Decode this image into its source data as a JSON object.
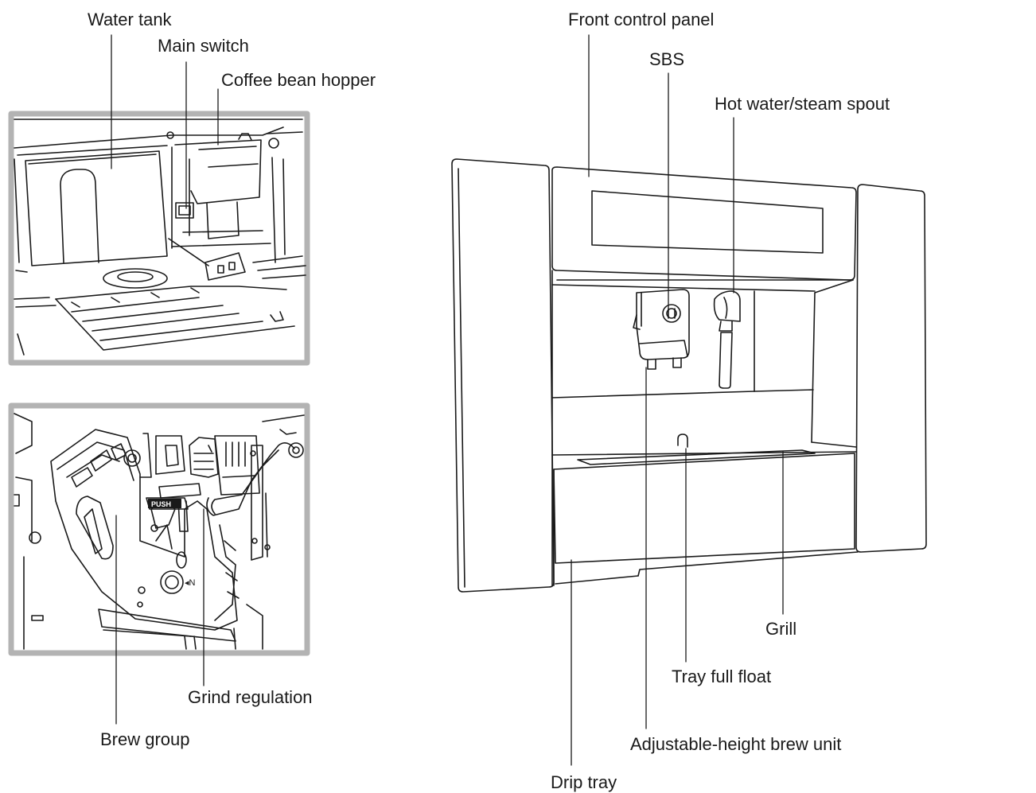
{
  "labels": {
    "water_tank": "Water tank",
    "main_switch": "Main switch",
    "coffee_bean_hopper": "Coffee bean hopper",
    "brew_group": "Brew group",
    "grind_regulation": "Grind regulation",
    "front_control_panel": "Front control panel",
    "sbs": "SBS",
    "hot_water_steam_spout": "Hot water/steam spout",
    "grill": "Grill",
    "tray_full_float": "Tray full float",
    "adjustable_height_brew_unit": "Adjustable-height brew unit",
    "drip_tray": "Drip tray",
    "push_marking": "PUSH",
    "n_marking": "N"
  },
  "colors": {
    "line": "#1a1a1a",
    "frame_gray": "#b3b3b3",
    "background": "#ffffff"
  }
}
